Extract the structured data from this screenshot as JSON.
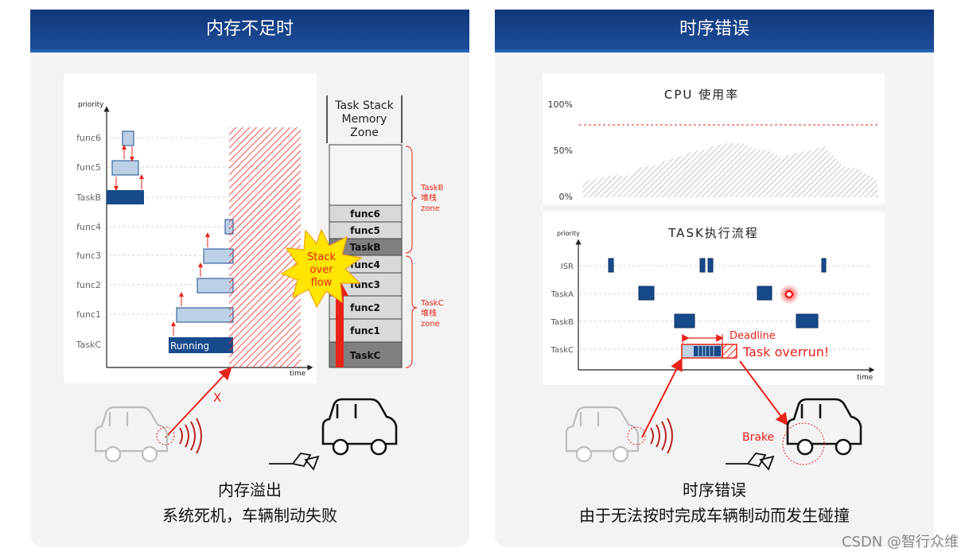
{
  "left": {
    "title": "内存不足时",
    "axis_y": "priority",
    "axis_x": "time",
    "rows": [
      "func6",
      "func5",
      "TaskB",
      "func4",
      "func3",
      "func2",
      "func1",
      "TaskC"
    ],
    "running_label": "Running",
    "stack_header": [
      "Task Stack",
      "Memory",
      "Zone"
    ],
    "stack_cells": [
      "func6",
      "func5",
      "TaskB",
      "func4",
      "func3",
      "func2",
      "func1",
      "TaskC"
    ],
    "taskb_zone": [
      "TaskB",
      "堆栈",
      "zone"
    ],
    "taskc_zone": [
      "TaskC",
      "堆栈",
      "zone"
    ],
    "overflow_label": [
      "Stack",
      "over",
      "flow"
    ],
    "x_mark": "X",
    "caption_line1": "内存溢出",
    "caption_line2": "系统死机，车辆制动失败"
  },
  "right": {
    "title": "时序错误",
    "cpu_title": "CPU 使用率",
    "cpu_ticks": [
      "100%",
      "50%",
      "0%"
    ],
    "flow_title": "TASK执行流程",
    "axis_y": "priority",
    "axis_x": "time",
    "rows": [
      "ISR",
      "TaskA",
      "TaskB",
      "TaskC"
    ],
    "deadline_label": "Deadline",
    "overrun_label": "Task overrun!",
    "brake_label": "Brake",
    "caption_line1": "时序错误",
    "caption_line2": "由于无法按时完成车辆制动而发生碰撞"
  },
  "colors": {
    "header": "#10377a",
    "task_dark": "#174a8b",
    "func_light": "#bcd1e6",
    "alert": "#e8231a"
  },
  "watermark": "CSDN @智行众维"
}
